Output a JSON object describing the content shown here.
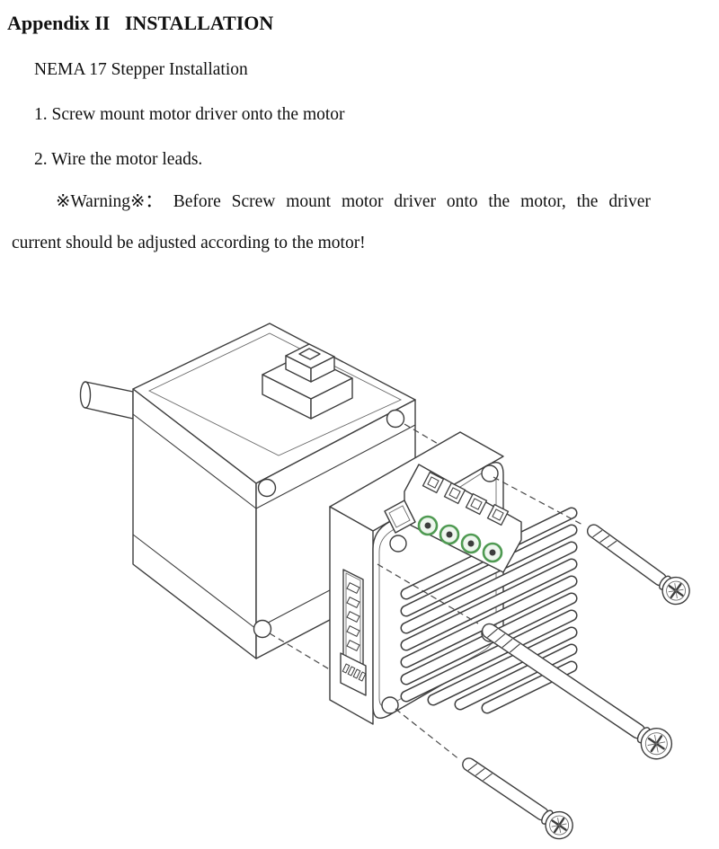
{
  "document": {
    "heading": "Appendix II   INSTALLATION",
    "subheading": "NEMA 17 Stepper Installation",
    "steps": [
      "1. Screw mount motor driver onto the motor",
      "2. Wire the motor leads."
    ],
    "warning_line_1": "※Warning※： Before Screw mount motor driver onto the motor, the driver",
    "warning_line_2": "current should be adjusted according to the motor!"
  },
  "figure": {
    "colors": {
      "terminal_green": "#4f9a52",
      "line_color": "#3d3d3d"
    }
  }
}
